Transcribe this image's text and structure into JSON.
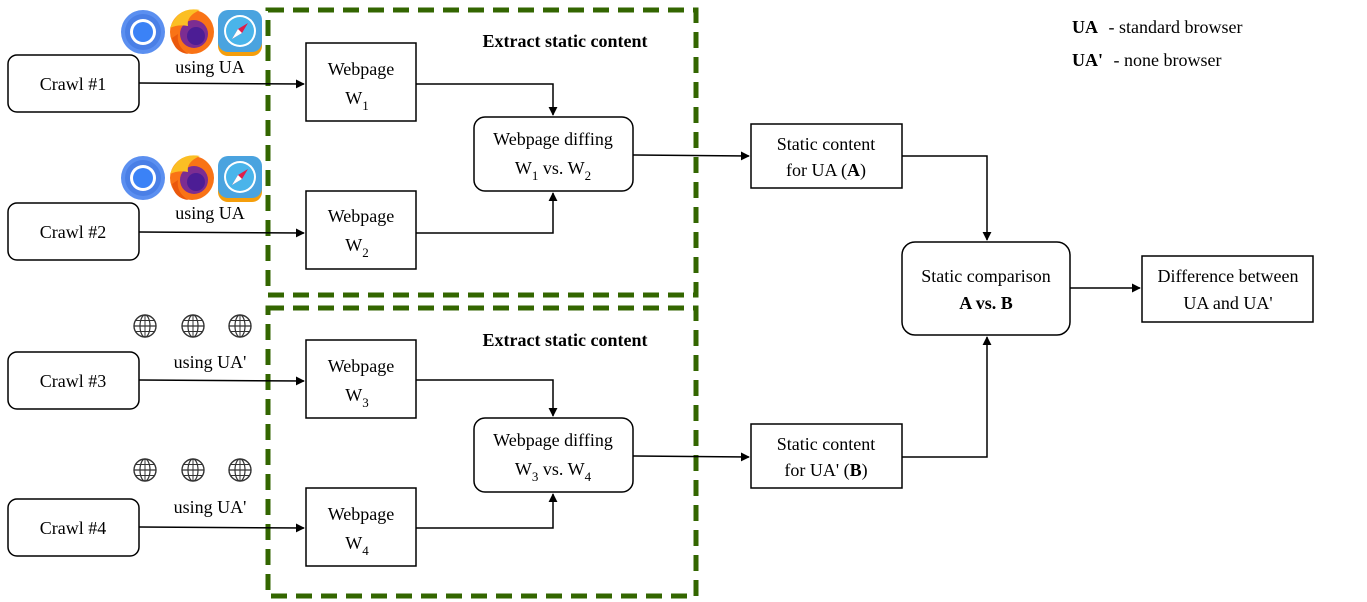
{
  "legend": {
    "ua_key": "UA",
    "ua_desc": "- standard browser",
    "uap_key": "UA'",
    "uap_desc": "- none browser"
  },
  "groups": {
    "top_title": "Extract static content",
    "bottom_title": "Extract static content"
  },
  "crawls": {
    "c1": "Crawl #1",
    "c2": "Crawl #2",
    "c3": "Crawl #3",
    "c4": "Crawl #4"
  },
  "using": {
    "u1": "using UA",
    "u2": "using UA",
    "u3": "using UA'",
    "u4": "using UA'"
  },
  "webpages": {
    "label": "Webpage",
    "w1": {
      "base": "W",
      "sub": "1"
    },
    "w2": {
      "base": "W",
      "sub": "2"
    },
    "w3": {
      "base": "W",
      "sub": "3"
    },
    "w4": {
      "base": "W",
      "sub": "4"
    }
  },
  "diffing": {
    "label": "Webpage diffing",
    "top": {
      "a": "W",
      "a_sub": "1",
      "vs": " vs. ",
      "b": "W",
      "b_sub": "2"
    },
    "bottom": {
      "a": "W",
      "a_sub": "3",
      "vs": " vs. ",
      "b": "W",
      "b_sub": "4"
    }
  },
  "static": {
    "line1": "Static content",
    "a_pre": "for UA (",
    "a_key": "A",
    "a_post": ")",
    "b_pre": "for UA' (",
    "b_key": "B",
    "b_post": ")"
  },
  "comparison": {
    "line1": "Static comparison",
    "line2": "A vs. B"
  },
  "result": {
    "line1": "Difference between",
    "line2": "UA and UA'"
  },
  "icons": {
    "browser_icons": [
      "chrome-icon",
      "firefox-icon",
      "safari-icon"
    ],
    "none_browser_icon": "globe-icon"
  },
  "colors": {
    "group_border": "#336600",
    "chrome_blue": "#3b82f6",
    "firefox_orange": "#f97316",
    "safari_blue": "#2ea8e0"
  }
}
